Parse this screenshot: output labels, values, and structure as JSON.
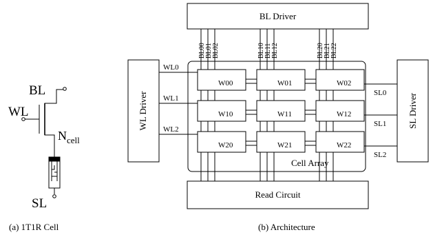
{
  "cell": {
    "bl": "BL",
    "wl": "WL",
    "ncell_main": "N",
    "ncell_sub": "cell",
    "sl": "SL",
    "caption": "(a) 1T1R Cell"
  },
  "architecture": {
    "bl_driver": "BL Driver",
    "wl_driver": "WL Driver",
    "sl_driver": "SL Driver",
    "read_circuit": "Read Circuit",
    "cell_array": "Cell Array",
    "caption": "(b) Architecture",
    "bitlines": [
      "BL00",
      "BL01",
      "BL02",
      "BL10",
      "BL11",
      "BL12",
      "BL20",
      "BL21",
      "BL22"
    ],
    "wordlines": [
      "WL0",
      "WL1",
      "WL2"
    ],
    "sourcelines": [
      "SL0",
      "SL1",
      "SL2"
    ],
    "cells": [
      [
        "W00",
        "W01",
        "W02"
      ],
      [
        "W10",
        "W11",
        "W12"
      ],
      [
        "W20",
        "W21",
        "W22"
      ]
    ]
  }
}
